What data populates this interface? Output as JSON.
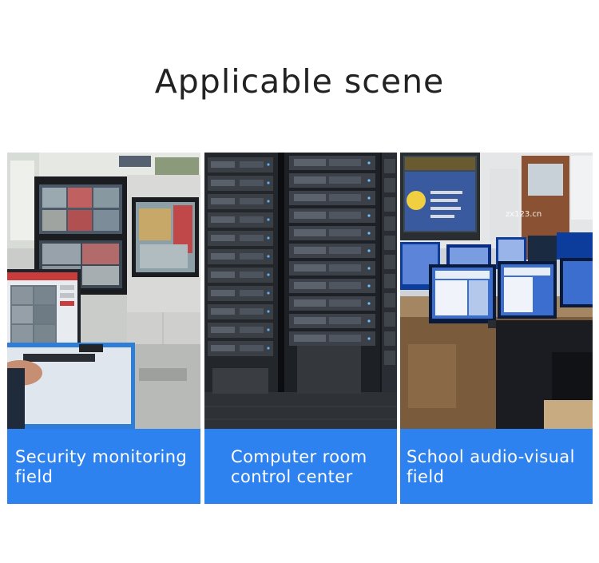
{
  "page": {
    "title": "Applicable scene",
    "accent_color": "#2e82f0"
  },
  "scenes": [
    {
      "caption_line1": "Security monitoring",
      "caption_line2": "field",
      "image": "security-monitoring-room-photo"
    },
    {
      "caption_line1": "Computer room",
      "caption_line2": "control center",
      "image": "server-rack-photo"
    },
    {
      "caption_line1": "School audio-visual",
      "caption_line2": "field",
      "image": "computer-classroom-photo",
      "watermark": "zx123.cn"
    }
  ]
}
